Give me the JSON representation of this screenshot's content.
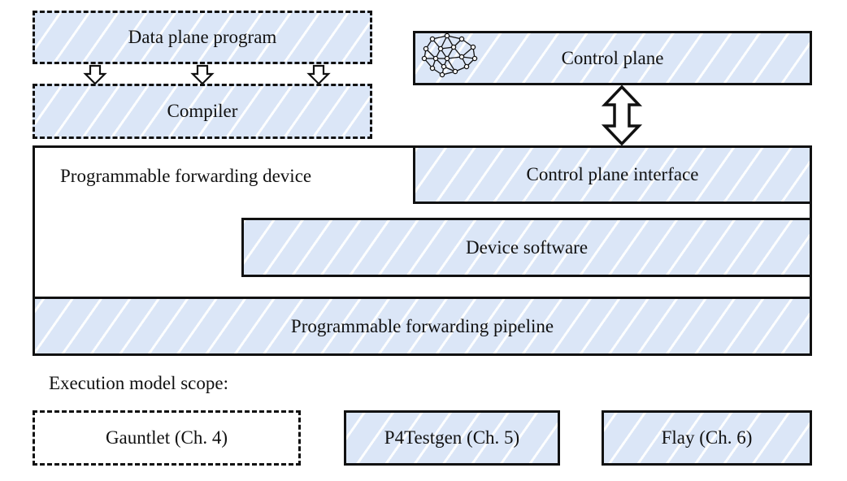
{
  "diagram": {
    "data_plane_program": "Data plane program",
    "compiler": "Compiler",
    "control_plane": "Control plane",
    "device": "Programmable forwarding device",
    "control_plane_interface": "Control plane interface",
    "device_software": "Device software",
    "pipeline": "Programmable forwarding pipeline",
    "neural_network_icon": "neural-network-icon"
  },
  "legend": {
    "title": "Execution model scope:",
    "items": [
      {
        "label": "Gauntlet (Ch. 4)",
        "style": "dashed"
      },
      {
        "label": "P4Testgen (Ch. 5)",
        "style": "hatched"
      },
      {
        "label": "Flay (Ch. 6)",
        "style": "hatched"
      }
    ]
  },
  "colors": {
    "fill": "#dbe6f7",
    "stroke": "#111111"
  }
}
